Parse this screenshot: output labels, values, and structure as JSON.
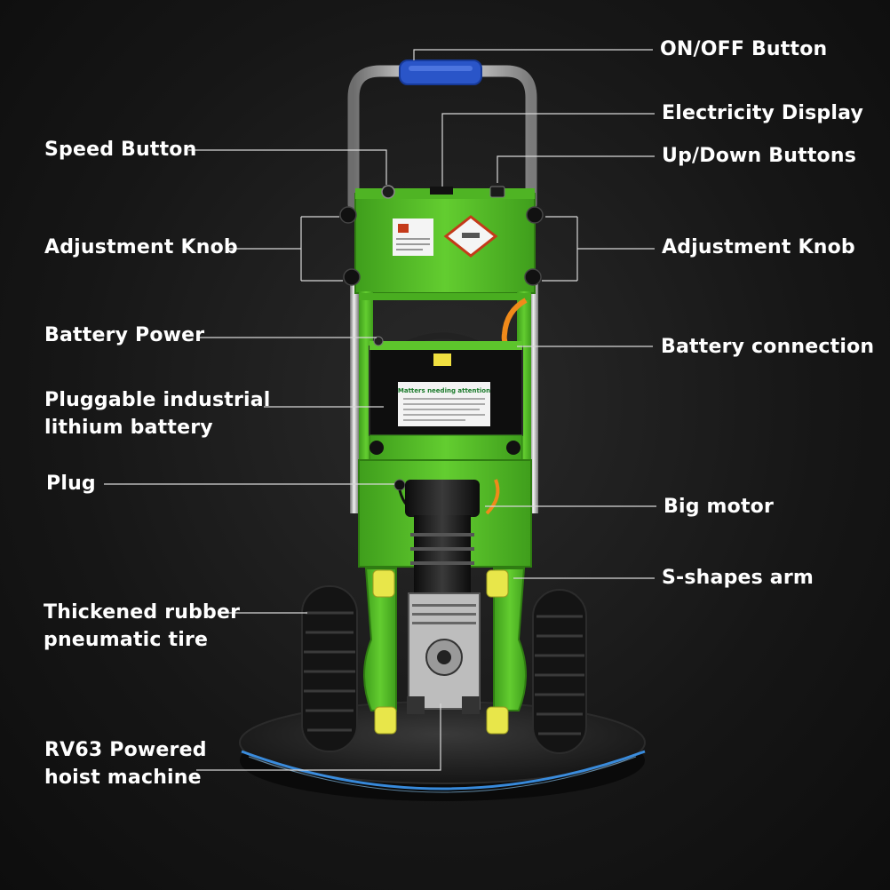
{
  "labels": {
    "on_off_button": "ON/OFF Button",
    "electricity_display": "Electricity Display",
    "speed_button": "Speed Button",
    "up_down_buttons": "Up/Down Buttons",
    "adjustment_knob_left": "Adjustment Knob",
    "adjustment_knob_right": "Adjustment Knob",
    "battery_power": "Battery Power",
    "battery_connection": "Battery connection",
    "battery_line1": "Pluggable industrial",
    "battery_line2": "lithium battery",
    "plug": "Plug",
    "big_motor": "Big motor",
    "s_arm": "S-shapes arm",
    "tire_line1": "Thickened rubber",
    "tire_line2": "pneumatic tire",
    "hoist_line1": "RV63 Powered",
    "hoist_line2": "hoist machine"
  },
  "panel_text": {
    "battery_sticker": "Matters needing attention"
  },
  "colors": {
    "body_green": "#5cc62c",
    "handle_blue": "#2a55c8",
    "wheel_yellow": "#e8e64a",
    "background": "#161616",
    "leader_line": "#d8d8d8",
    "platform_glow": "#3fa0ff"
  }
}
